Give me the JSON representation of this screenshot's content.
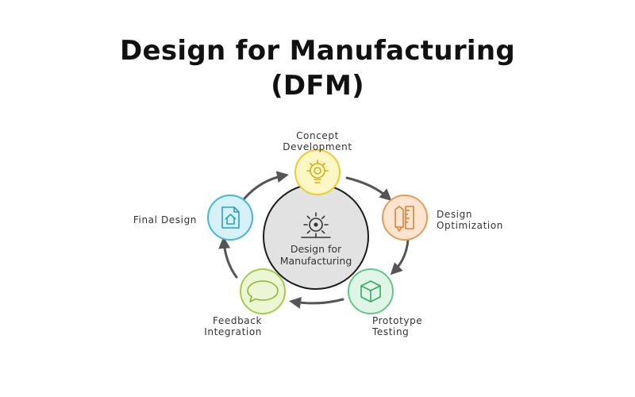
{
  "title": {
    "line1": "Design for Manufacturing",
    "line2": "(DFM)"
  },
  "center": {
    "label_line1": "Design for",
    "label_line2": "Manufacturing",
    "icon": "sun-gear-icon"
  },
  "steps": [
    {
      "id": "concept",
      "line1": "Concept",
      "line2": "Development",
      "icon": "gear-lightbulb-icon",
      "fill": "#fdf7c6",
      "stroke": "#e9cd2a"
    },
    {
      "id": "optimization",
      "line1": "Design",
      "line2": "Optimization",
      "icon": "pencil-ruler-icon",
      "fill": "#fde5d0",
      "stroke": "#ec9a55"
    },
    {
      "id": "prototype",
      "line1": "Prototype",
      "line2": "Testing",
      "icon": "cube-icon",
      "fill": "#dff5e6",
      "stroke": "#63c58a"
    },
    {
      "id": "feedback",
      "line1": "Feedback",
      "line2": "Integration",
      "icon": "speech-bubble-icon",
      "fill": "#edf6d4",
      "stroke": "#a3cc48"
    },
    {
      "id": "final",
      "line1": "Final Design",
      "line2": "",
      "icon": "document-home-icon",
      "fill": "#d6f1f9",
      "stroke": "#41b7d9"
    }
  ],
  "colors": {
    "arrow": "#555555",
    "center_fill": "#e2e2e2",
    "center_stroke": "#1c1c1c",
    "text": "#333333"
  }
}
